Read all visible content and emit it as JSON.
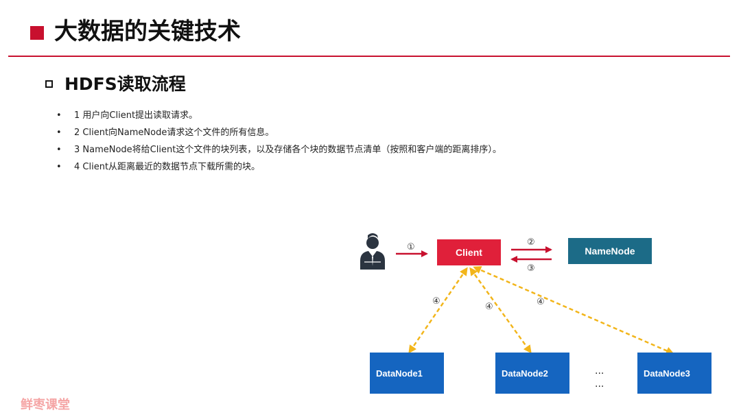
{
  "title": "大数据的关键技术",
  "subtitle": "HDFS读取流程",
  "steps": [
    "1 用户向Client提出读取请求。",
    "2 Client向NameNode请求这个文件的所有信息。",
    "3 NameNode将给Client这个文件的块列表，以及存储各个块的数据节点清单（按照和客户端的距离排序）。",
    "4 Client从距离最近的数据节点下载所需的块。"
  ],
  "bullet": "•",
  "diagram": {
    "user_icon": "user-businessman-icon",
    "client": "Client",
    "namenode": "NameNode",
    "datanodes": [
      "DataNode1",
      "DataNode2",
      "DataNode3"
    ],
    "ellipsis": "...",
    "labels": {
      "one": "①",
      "two": "②",
      "three": "③",
      "four": "④"
    }
  },
  "watermark": "鲜枣课堂",
  "colors": {
    "accent_red": "#c8102e",
    "client_red": "#e0203a",
    "namenode_teal": "#1c6b87",
    "datanode_blue": "#1565c0",
    "dashed_arrow_yellow": "#f2b51a"
  }
}
